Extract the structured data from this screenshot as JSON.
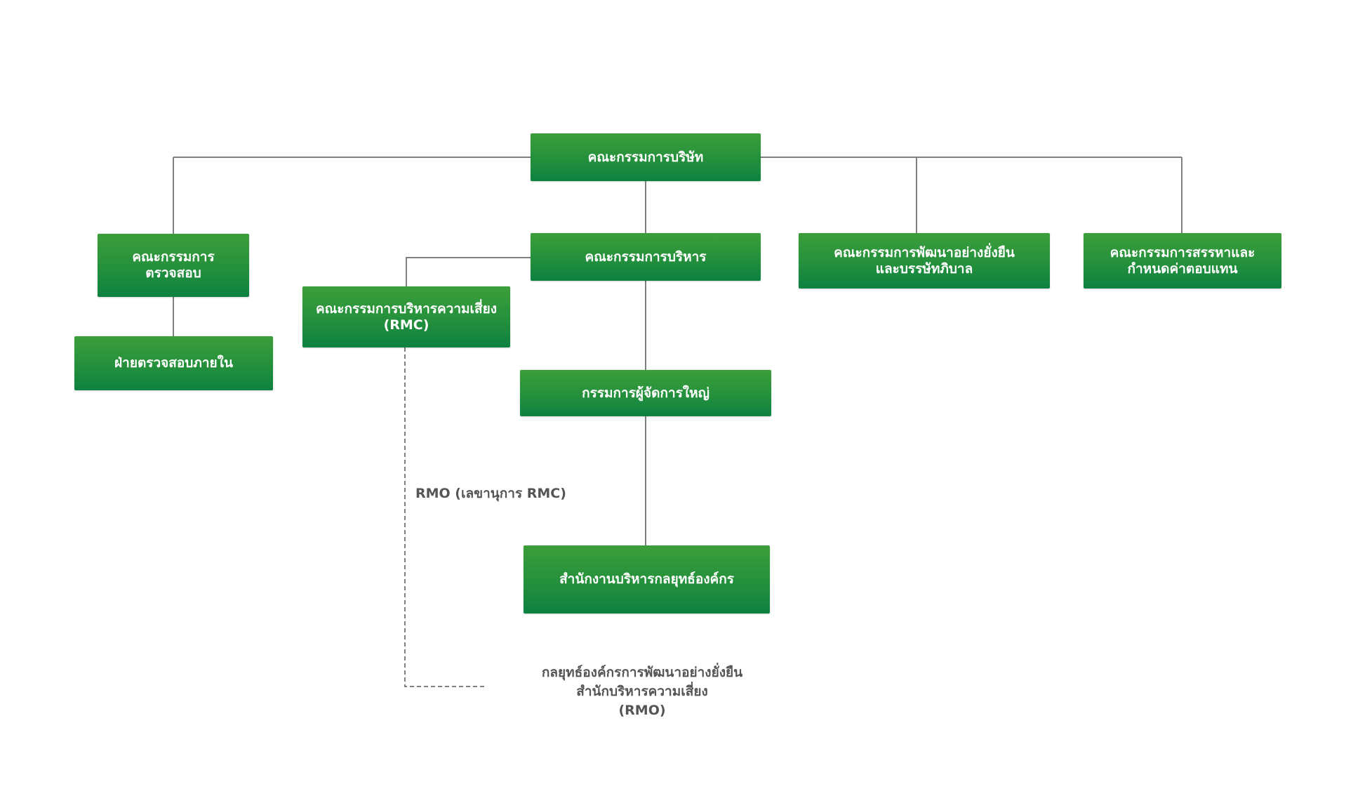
{
  "chart": {
    "board": "คณะกรรมการบริษัท",
    "audit_committee": {
      "line1": "คณะกรรมการ",
      "line2": "ตรวจสอบ"
    },
    "internal_audit": "ฝ่ายตรวจสอบภายใน",
    "executive_committee": "คณะกรรมการบริหาร",
    "risk_committee": {
      "line1": "คณะกรรมการบริหารความเสี่ยง",
      "line2": "(RMC)"
    },
    "sustainability_committee": {
      "line1": "คณะกรรมการพัฒนาอย่างยั่งยืน",
      "line2": "และบรรษัทภิบาล"
    },
    "nomination_committee": {
      "line1": "คณะกรรมการสรรหาและ",
      "line2": "กำหนดค่าตอบแทน"
    },
    "ceo": "กรรมการผู้จัดการใหญ่",
    "strategy_office": "สำนักงานบริหารกลยุทธ์องค์กร",
    "rmo_secretary": "RMO (เลขานุการ RMC)",
    "rmo_note": {
      "line1": "กลยุทธ์องค์กรการพัฒนาอย่างยั่งยืน",
      "line2": "สำนักบริหารความเสี่ยง",
      "line3": "(RMO)"
    }
  },
  "colors": {
    "box_green_top": "#3c9e3a",
    "box_green_bottom": "#0d8141",
    "box_text": "#ffffff",
    "connector": "#808080",
    "note_text": "#555555"
  }
}
